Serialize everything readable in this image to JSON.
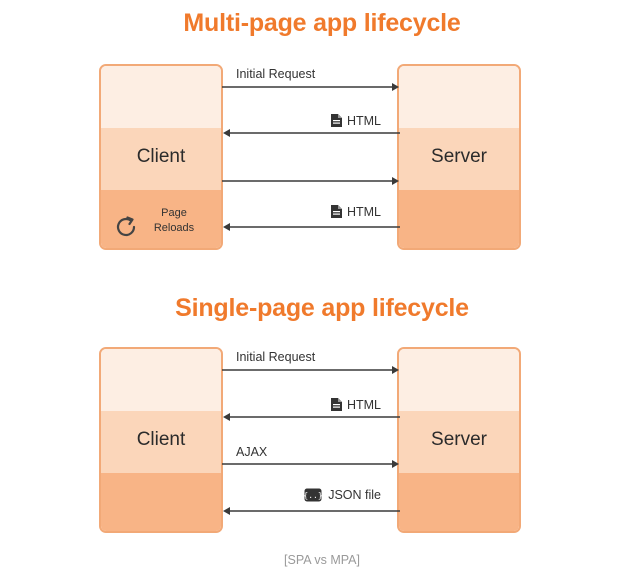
{
  "mpa": {
    "title": "Multi-page app lifecycle",
    "client_label": "Client",
    "server_label": "Server",
    "arrows": [
      {
        "direction": "to-server",
        "label": "Initial Request",
        "icon": ""
      },
      {
        "direction": "to-client",
        "label": "HTML",
        "icon": "file-icon"
      },
      {
        "direction": "to-server",
        "label": "",
        "icon": ""
      },
      {
        "direction": "to-client",
        "label": "HTML",
        "icon": "file-icon"
      }
    ],
    "reload_text_line1": "Page",
    "reload_text_line2": "Reloads"
  },
  "spa": {
    "title": "Single-page app lifecycle",
    "client_label": "Client",
    "server_label": "Server",
    "arrows": [
      {
        "direction": "to-server",
        "label": "Initial Request",
        "icon": ""
      },
      {
        "direction": "to-client",
        "label": "HTML",
        "icon": "file-icon"
      },
      {
        "direction": "to-server",
        "label": "AJAX",
        "icon": ""
      },
      {
        "direction": "to-client",
        "label": "JSON file",
        "icon": "json-icon"
      }
    ]
  },
  "caption": "[SPA vs MPA]",
  "colors": {
    "accent": "#f07a2c",
    "box_border": "#f2a977",
    "band_light": "#fdeee3",
    "band_mid": "#fbd6ba",
    "band_dark": "#f8b486",
    "arrow": "#3a3a3a"
  }
}
